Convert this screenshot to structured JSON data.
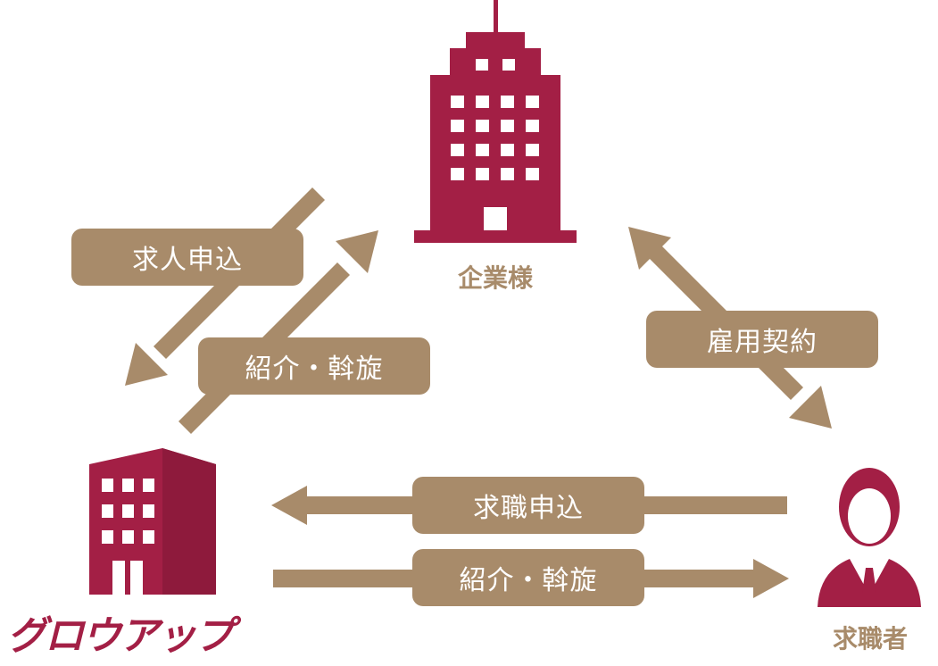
{
  "colors": {
    "brand_red": "#A31F45",
    "arrow_tan": "#A88B6A",
    "window_white": "#ffffff"
  },
  "nodes": {
    "company": {
      "label": "企業様",
      "icon": "skyscraper-icon"
    },
    "agency": {
      "logo_text": "グロウアップ",
      "icon": "office-building-icon"
    },
    "job_seeker": {
      "label": "求職者",
      "icon": "businessman-icon"
    }
  },
  "labels": {
    "job_offer_application": "求人申込",
    "introduction_to_company": "紹介・斡旋",
    "employment_contract": "雇用契約",
    "job_seeking_application": "求職申込",
    "introduction_to_seeker": "紹介・斡旋"
  }
}
